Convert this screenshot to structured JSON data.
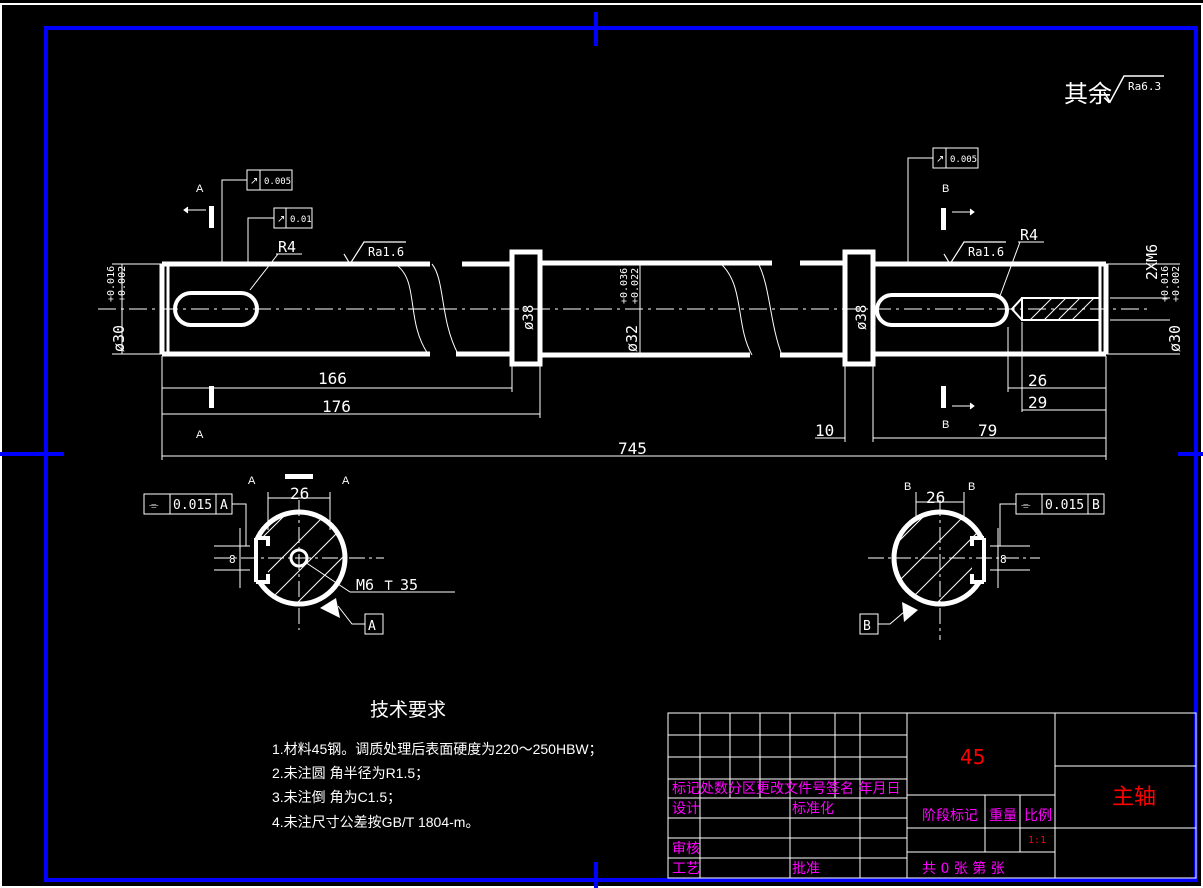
{
  "roughness_general": {
    "prefix": "其余",
    "value": "Ra6.3"
  },
  "section_labels": {
    "a": "A",
    "b": "B"
  },
  "tolerance_frames": {
    "runout_left_1": "0.005",
    "runout_left_2": "0.01",
    "runout_right": "0.005",
    "symmetry_a": "0.015",
    "symmetry_b": "0.015",
    "symmetry_symbol": "⌯",
    "runout_symbol": "↗"
  },
  "surface_roughness": {
    "left": "Ra1.6",
    "right": "Ra1.6"
  },
  "radius_labels": {
    "left": "R4",
    "right": "R4"
  },
  "diameters": {
    "left_end": "ø30",
    "left_end_tol_upper": "+0.016",
    "left_end_tol_lower": "+0.002",
    "collar_left": "ø38",
    "middle": "ø32",
    "middle_tol_upper": "+0.036",
    "middle_tol_lower": "+0.022",
    "collar_right": "ø38",
    "right_end": "ø30",
    "right_end_tol_upper": "+0.016",
    "right_end_tol_lower": "+0.002",
    "thread_spec": "2XM6"
  },
  "linear_dims": {
    "d166": "166",
    "d176": "176",
    "d745": "745",
    "d10": "10",
    "d79": "79",
    "d26": "26",
    "d29": "29"
  },
  "section_views": {
    "a_width": "26",
    "b_width": "26",
    "a_thread_note": "M6",
    "a_thread_depth": "35",
    "datum_a": "A",
    "datum_b": "B",
    "small_dim": "8"
  },
  "tech_requirements": {
    "title": "技术要求",
    "items": [
      "1.材料45钢。调质处理后表面硬度为220～250HBW；",
      "2.未注圆 角半径为R1.5；",
      "3.未注倒 角为C1.5；",
      "4.未注尺寸公差按GB/T 1804-m。"
    ]
  },
  "title_block": {
    "material": "45",
    "part_name": "主轴",
    "revision_header": "标记处数分区更改文件号签名 年月日",
    "design": "设计",
    "standardization": "标准化",
    "review": "审核",
    "process": "工艺",
    "approval": "批准",
    "stage_mark": "阶段标记",
    "weight": "重量",
    "scale": "比例",
    "scale_value": "1:1",
    "sheets": "共 0 张 第  张"
  },
  "colors": {
    "background": "#000000",
    "frame": "#0000ff",
    "lines": "#ffffff",
    "title_text": "#ff00ff",
    "highlight": "#ff0000"
  }
}
